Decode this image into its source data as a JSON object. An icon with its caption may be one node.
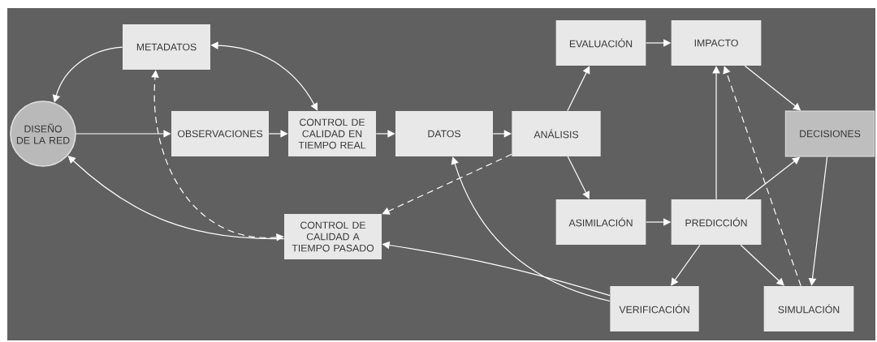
{
  "diagram": {
    "nodes": [
      {
        "text": [
          "METADATOS"
        ]
      },
      {
        "text": [
          "DISEÑO DE LA RED"
        ]
      },
      {
        "text": [
          "OBSERVACIONES"
        ]
      },
      {
        "text": [
          "CONTROL DE CALIDAD EN TIEMPO REAL"
        ]
      },
      {
        "text": [
          "DATOS"
        ]
      },
      {
        "text": [
          "ANÁLISIS"
        ]
      },
      {
        "text": [
          "EVALUACIÓN"
        ]
      },
      {
        "text": [
          "IMPACTO"
        ]
      },
      {
        "text": [
          "DECISIONES"
        ]
      },
      {
        "text": [
          "CONTROL DE CALIDAD A TIEMPO PASADO"
        ]
      },
      {
        "text": [
          "ASIMILACIÓN"
        ]
      },
      {
        "text": [
          "PREDICCIÓN"
        ]
      },
      {
        "text": [
          "VERIFICACIÓN"
        ]
      },
      {
        "text": [
          "SIMULACIÓN"
        ]
      }
    ],
    "edges": [
      {
        "from": 0,
        "to": 1,
        "arrow": "to"
      },
      {
        "from": 3,
        "to": 0,
        "arrow": "both"
      },
      {
        "from": 1,
        "to": 2,
        "arrow": "to"
      },
      {
        "from": 2,
        "to": 3,
        "arrow": "to"
      },
      {
        "from": 3,
        "to": 4,
        "arrow": "to"
      },
      {
        "from": 4,
        "to": 5,
        "arrow": "to"
      },
      {
        "from": 9,
        "to": 0,
        "arrow": "both",
        "style": "dashed"
      },
      {
        "from": 5,
        "to": 9,
        "arrow": "to",
        "style": "dashed"
      },
      {
        "from": 9,
        "to": 1,
        "arrow": "to"
      },
      {
        "from": 5,
        "to": 6,
        "arrow": "to"
      },
      {
        "from": 6,
        "to": 7,
        "arrow": "to"
      },
      {
        "from": 5,
        "to": 10,
        "arrow": "to"
      },
      {
        "from": 10,
        "to": 11,
        "arrow": "to"
      },
      {
        "from": 11,
        "to": 7,
        "arrow": "to"
      },
      {
        "from": 7,
        "to": 8,
        "arrow": "to"
      },
      {
        "from": 11,
        "to": 8,
        "arrow": "to"
      },
      {
        "from": 8,
        "to": 13,
        "arrow": "to"
      },
      {
        "from": 11,
        "to": 12,
        "arrow": "to"
      },
      {
        "from": 11,
        "to": 13,
        "arrow": "to"
      },
      {
        "from": 13,
        "to": 7,
        "arrow": "to",
        "style": "dashed"
      },
      {
        "from": 12,
        "to": 4,
        "arrow": "to"
      },
      {
        "from": 12,
        "to": 9,
        "arrow": "to"
      }
    ]
  }
}
